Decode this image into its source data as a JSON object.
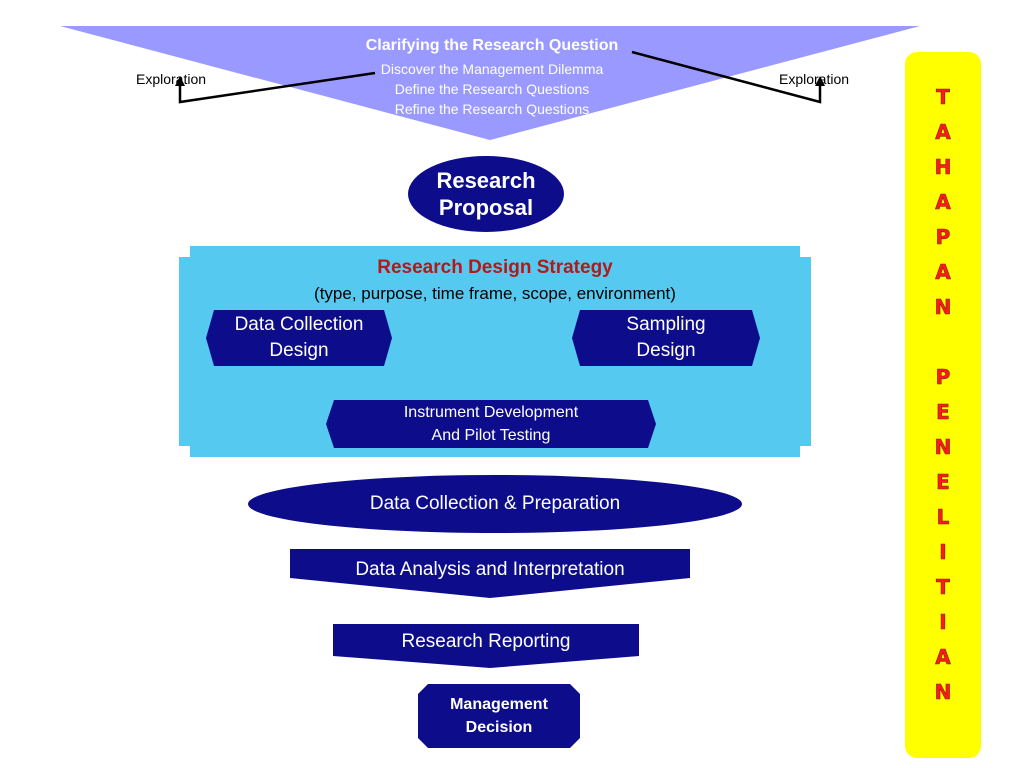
{
  "funnel": {
    "title": "Clarifying  the Research Question",
    "lines": [
      "Discover the Management Dilemma",
      "Define the Research Questions",
      "Refine the Research Questions"
    ],
    "exploration_left": "Exploration",
    "exploration_right": "Exploration"
  },
  "proposal": {
    "label_line1": "Research",
    "label_line2": "Proposal"
  },
  "design_strategy": {
    "title": "Research Design Strategy",
    "subtitle": "(type, purpose, time frame, scope, environment)",
    "data_collection_line1": "Data Collection",
    "data_collection_line2": "Design",
    "sampling_line1": "Sampling",
    "sampling_line2": "Design",
    "instrument_line1": "Instrument Development",
    "instrument_line2": "And Pilot Testing"
  },
  "steps": {
    "data_collection": "Data Collection & Preparation",
    "data_analysis": "Data Analysis and Interpretation",
    "reporting": "Research Reporting",
    "decision_line1": "Management",
    "decision_line2": "Decision"
  },
  "side_label": {
    "word1": [
      "T",
      "A",
      "H",
      "A",
      "P",
      "A",
      "N"
    ],
    "word2": [
      "P",
      "E",
      "N",
      "E",
      "L",
      "I",
      "T",
      "I",
      "A",
      "N"
    ]
  },
  "colors": {
    "funnel": "#9999ff",
    "navy": "#0d0d8c",
    "panel": "#56c9f0",
    "side_bg": "#ffff00",
    "side_text": "#ff1a1a",
    "strategy_title": "#b11a1a"
  }
}
